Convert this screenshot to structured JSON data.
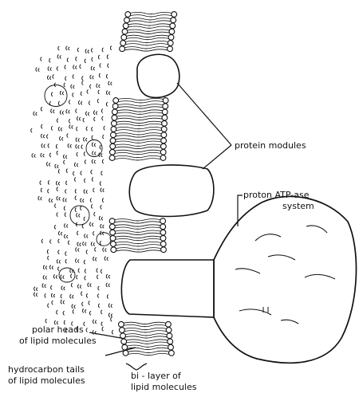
{
  "figure": {
    "labels": {
      "protein_modules": "protein modules",
      "proton_atpase_line1": "proton ATP-ase",
      "proton_atpase_line2": "system",
      "polar_heads_line1": "polar heads",
      "polar_heads_line2": "of lipid molecules",
      "hydrocarbon_tails_line1": "hydrocarbon tails",
      "hydrocarbon_tails_line2": "of lipid molecules",
      "bilayer_line1": "bi - layer of",
      "bilayer_line2": "lipid molecules"
    },
    "colors": {
      "ink": "#111111",
      "background": "#ffffff"
    }
  }
}
